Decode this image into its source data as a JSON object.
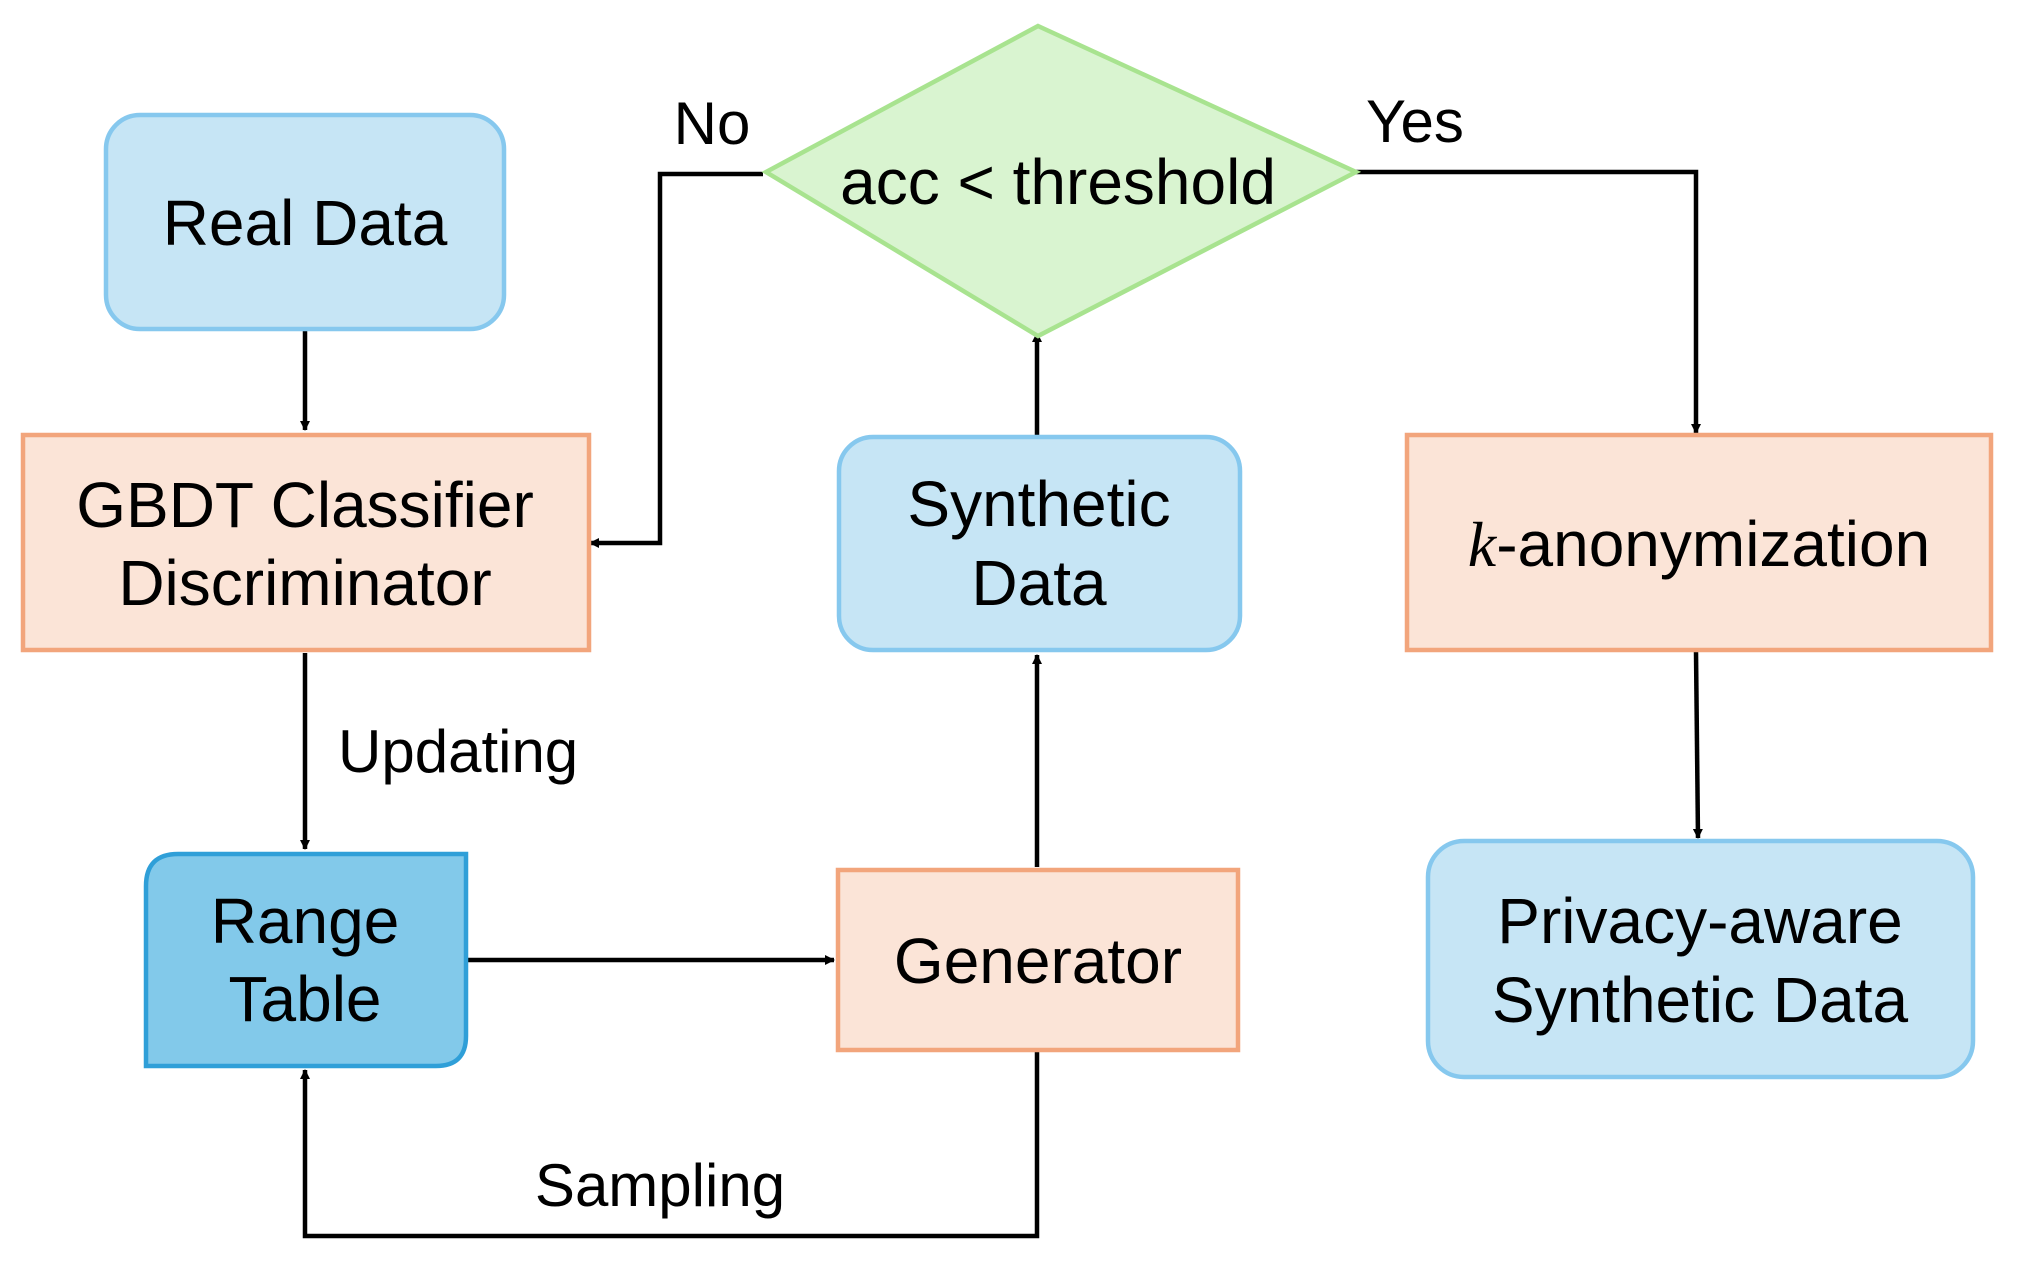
{
  "colors": {
    "blue_fill": "#c6e5f5",
    "blue_stroke": "#86c8ee",
    "dark_blue_fill": "#82c9ea",
    "dark_blue_stroke": "#2f9fd8",
    "orange_fill": "#fbe4d7",
    "orange_stroke": "#f2a57c",
    "green_fill": "#d9f4d0",
    "green_stroke": "#a8e38f",
    "arrow": "#000000"
  },
  "nodes": {
    "real_data": {
      "label": "Real Data"
    },
    "gbdt": {
      "line1": "GBDT Classifier",
      "line2": "Discriminator"
    },
    "range_table": {
      "line1": "Range",
      "line2": "Table"
    },
    "generator": {
      "label": "Generator"
    },
    "synthetic_data": {
      "line1": "Synthetic",
      "line2": "Data"
    },
    "decision": {
      "label": "acc < threshold"
    },
    "k_anon": {
      "k": "k",
      "rest": "-anonymization"
    },
    "privacy": {
      "line1": "Privacy-aware",
      "line2": "Synthetic Data"
    }
  },
  "edge_labels": {
    "no": "No",
    "yes": "Yes",
    "updating": "Updating",
    "sampling": "Sampling"
  }
}
